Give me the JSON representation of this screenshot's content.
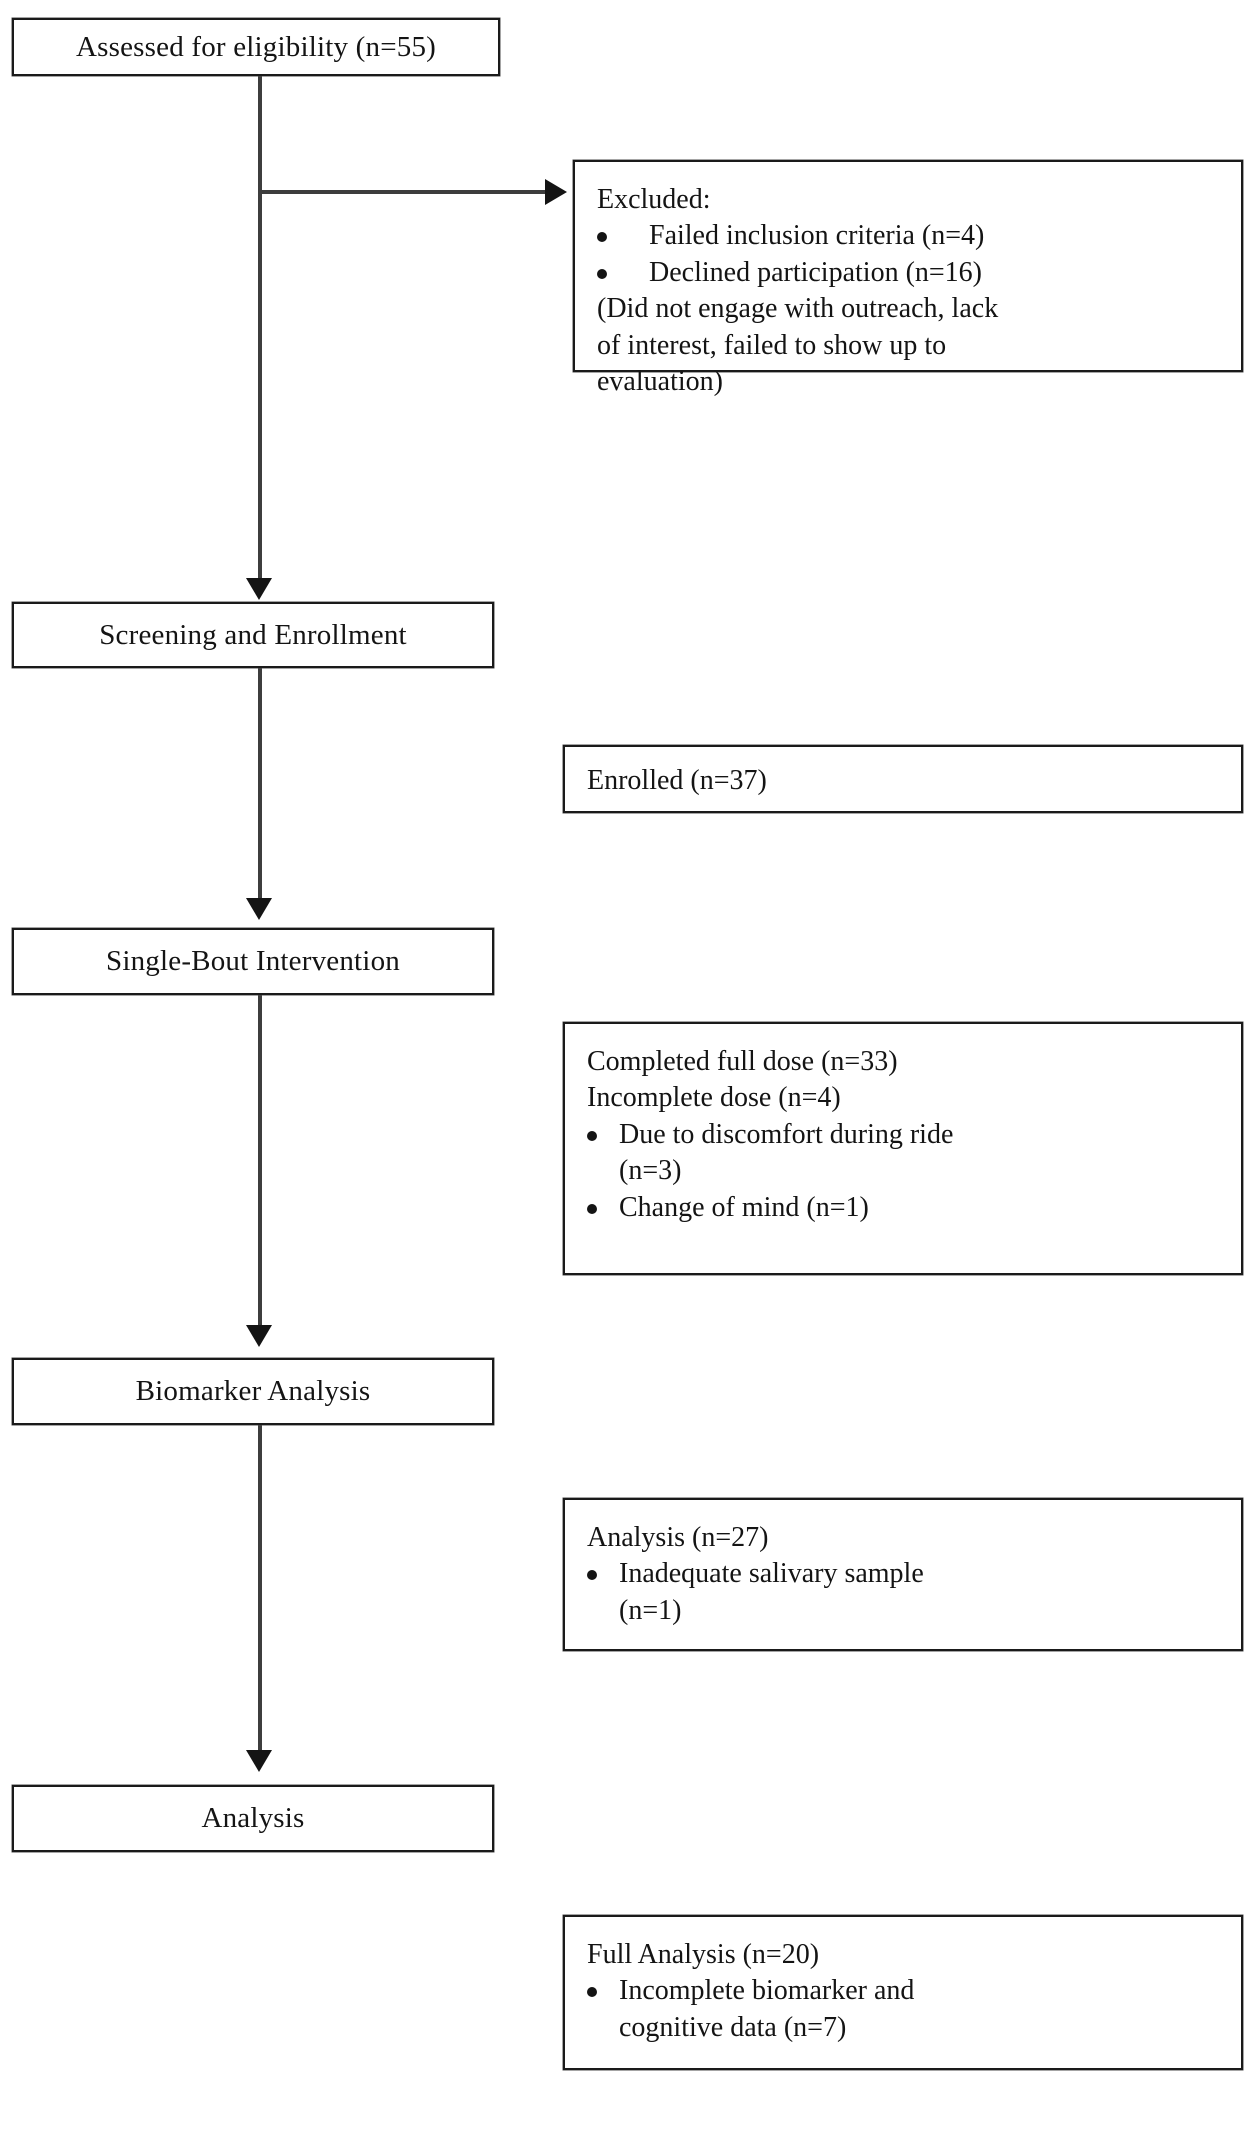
{
  "figure": {
    "type": "flowchart",
    "style": "CONSORT participant flow diagram"
  },
  "nodes": {
    "assessed": {
      "label": "Assessed for eligibility (n=55)"
    },
    "excluded": {
      "heading": "Excluded:",
      "bullets": [
        "Failed inclusion criteria (n=4)",
        "Declined participation (n=16)"
      ],
      "note_line_1": "(Did not engage with outreach, lack",
      "note_line_2": "of interest, failed to show up to",
      "note_line_3": "evaluation)"
    },
    "screening": {
      "label": "Screening and Enrollment"
    },
    "enrolled": {
      "label": "Enrolled (n=37)"
    },
    "intervention": {
      "label": "Single-Bout Intervention"
    },
    "dose": {
      "line_1": "Completed full dose (n=33)",
      "line_2": "Incomplete dose (n=4)",
      "bullet_1_line_1": "Due to discomfort during ride",
      "bullet_1_line_2": "(n=3)",
      "bullet_2": "Change of mind (n=1)"
    },
    "biomarker": {
      "label": "Biomarker Analysis"
    },
    "analysis_27": {
      "line_1": "Analysis (n=27)",
      "bullet_1_line_1": "Inadequate salivary sample",
      "bullet_1_line_2": "(n=1)"
    },
    "analysis": {
      "label": "Analysis"
    },
    "full_analysis": {
      "line_1": "Full Analysis (n=20)",
      "bullet_1_line_1": "Incomplete biomarker and",
      "bullet_1_line_2": "cognitive data (n=7)"
    }
  },
  "colors": {
    "border": "#1a1a1a",
    "connector": "#3d3d3d",
    "background": "#ffffff",
    "text": "#141414"
  }
}
